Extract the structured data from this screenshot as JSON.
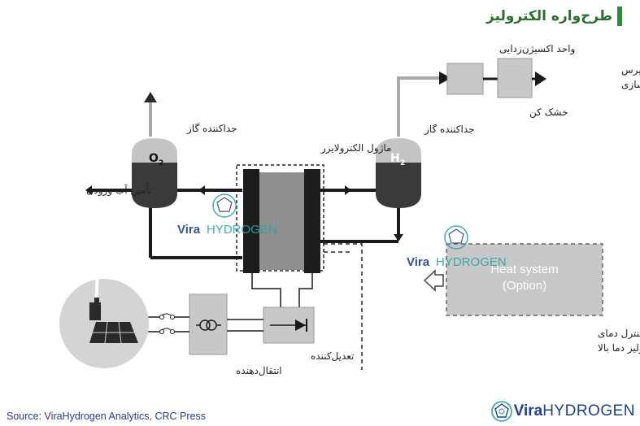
{
  "title": "طرح‌واره الکترولیز",
  "labels": {
    "oxygen_separator": "جداکننده گاز",
    "hydrogen_separator": "جداکننده گاز",
    "o2": "O",
    "o2_sub": "2",
    "h2": "H",
    "h2_sub": "2",
    "module": "ماژول الکترولایزر",
    "water_supply": "تأمین آب ورودی",
    "deoxidizer": "واحد اکسیژن‌زدایی",
    "dryer": "خشک کن",
    "compressor_line1": "برای کمپرس",
    "compressor_line2": "و ذخیره‌سازی",
    "heat_line1": "Heat system",
    "heat_line2": "(Option)",
    "heat_desc_line1": "برای تأمین بخار و کنترل دمای",
    "heat_desc_line2": "مجموعه در الکترولیز دما بالا",
    "rectifier": "تعدیل‌کننده",
    "transformer": "انتقال‌دهنده"
  },
  "watermark": {
    "vira": "Vira",
    "hydrogen": "HYDROGEN"
  },
  "source": "Source: ViraHydrogen Analytics, CRC Press",
  "brand": {
    "vira": "Vira",
    "hydrogen": "HYDROGEN"
  },
  "colors": {
    "title": "#2a6e2f",
    "title_bar": "#2e8b3a",
    "pipe": "#1a1a1a",
    "gas_pipe": "#a9a9a9",
    "tank_top": "#c4c4c4",
    "tank_bottom": "#3a3a3a",
    "box_fill": "#c8c8c8",
    "brand_blue": "#1e3f8f",
    "watermark_teal": "#2aa5a8"
  }
}
